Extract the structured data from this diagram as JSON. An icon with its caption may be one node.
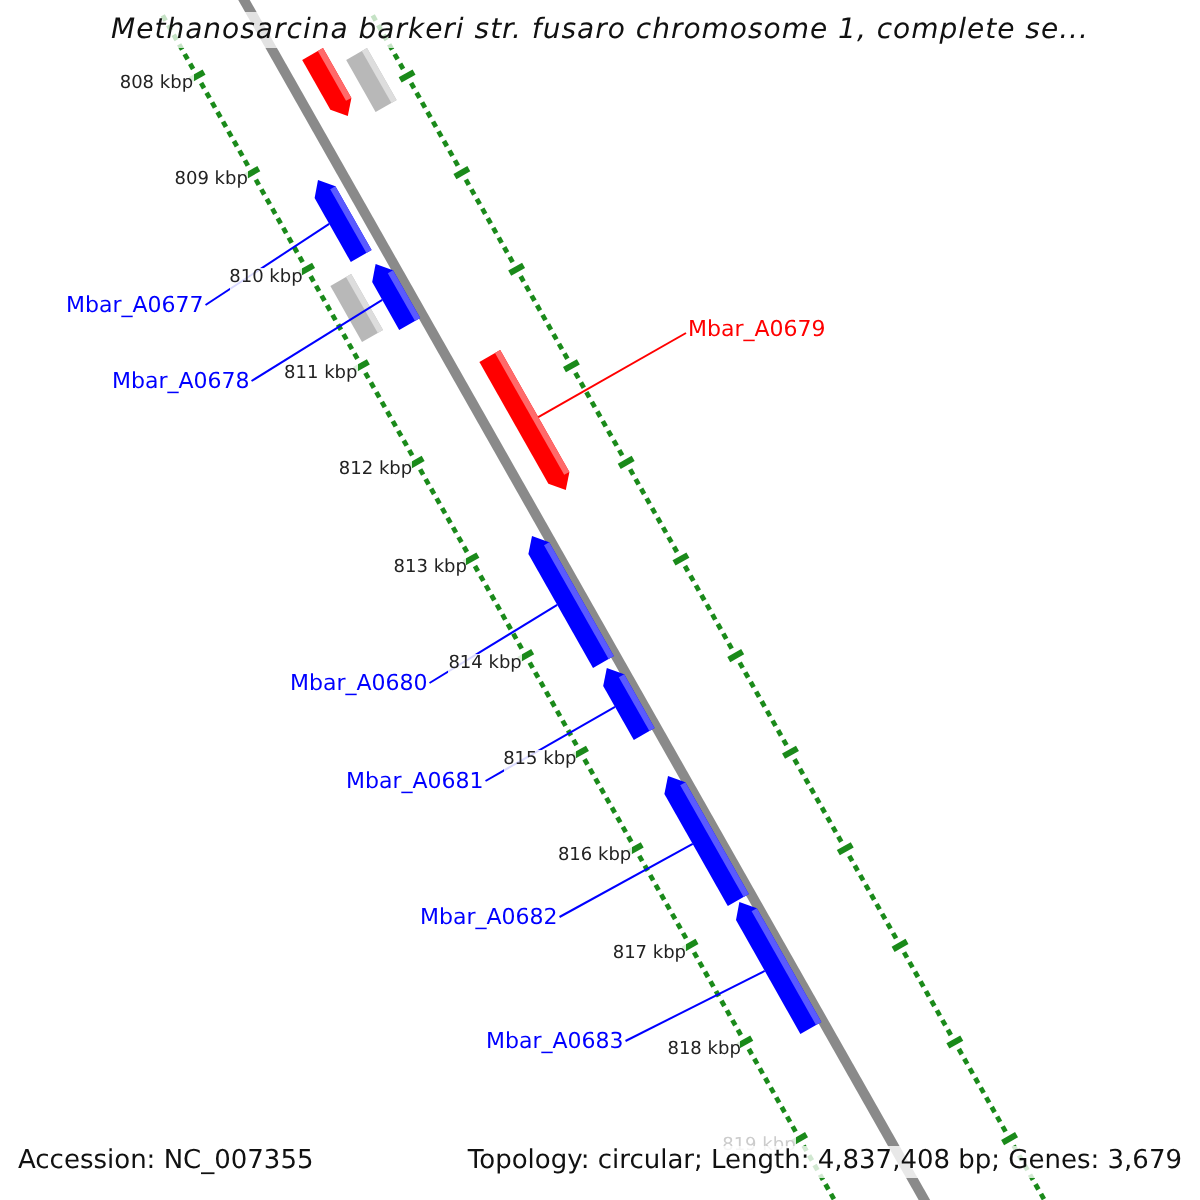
{
  "diagram": {
    "title": "Methanosarcina barkeri str. fusaro chromosome 1, complete se...",
    "nodes": [
      {
        "text": [
          "Mbar_A0677"
        ]
      },
      {
        "text": [
          "Mbar_A0678"
        ]
      },
      {
        "text": [
          "Mbar_A0679"
        ]
      },
      {
        "text": [
          "Mbar_A0680"
        ]
      },
      {
        "text": [
          "Mbar_A0681"
        ]
      },
      {
        "text": [
          "Mbar_A0682"
        ]
      },
      {
        "text": [
          "Mbar_A0683"
        ]
      },
      {
        "text": [],
        "shape": "bar"
      },
      {
        "text": [],
        "shape": "box"
      },
      {
        "text": [],
        "shape": "bar"
      },
      {
        "text": [],
        "shape": "box"
      },
      {
        "text": [],
        "shape": "bar"
      },
      {
        "text": [],
        "shape": "bar"
      },
      {
        "text": [],
        "shape": "bar"
      },
      {
        "text": [],
        "shape": "bar"
      },
      {
        "text": [],
        "shape": "bar"
      },
      {
        "text": [],
        "shape": "bar"
      }
    ],
    "edges": [
      {
        "from": 0,
        "to": 9,
        "arrow": "none"
      },
      {
        "from": 1,
        "to": 11,
        "arrow": "none"
      },
      {
        "from": 2,
        "to": 12,
        "arrow": "none",
        "color": "#ff0000"
      },
      {
        "from": 3,
        "to": 13,
        "arrow": "none"
      },
      {
        "from": 4,
        "to": 14,
        "arrow": "none"
      },
      {
        "from": 5,
        "to": 15,
        "arrow": "none"
      },
      {
        "from": 6,
        "to": 16,
        "arrow": "none"
      }
    ],
    "labels": [
      "808 kbp",
      "809 kbp",
      "810 kbp",
      "811 kbp",
      "812 kbp",
      "813 kbp",
      "814 kbp",
      "815 kbp",
      "816 kbp",
      "817 kbp",
      "818 kbp",
      "819 kbp",
      "Accession: NC_007355",
      "Topology: circular; Length: 4,837,408 bp; Genes: 3,679"
    ]
  }
}
